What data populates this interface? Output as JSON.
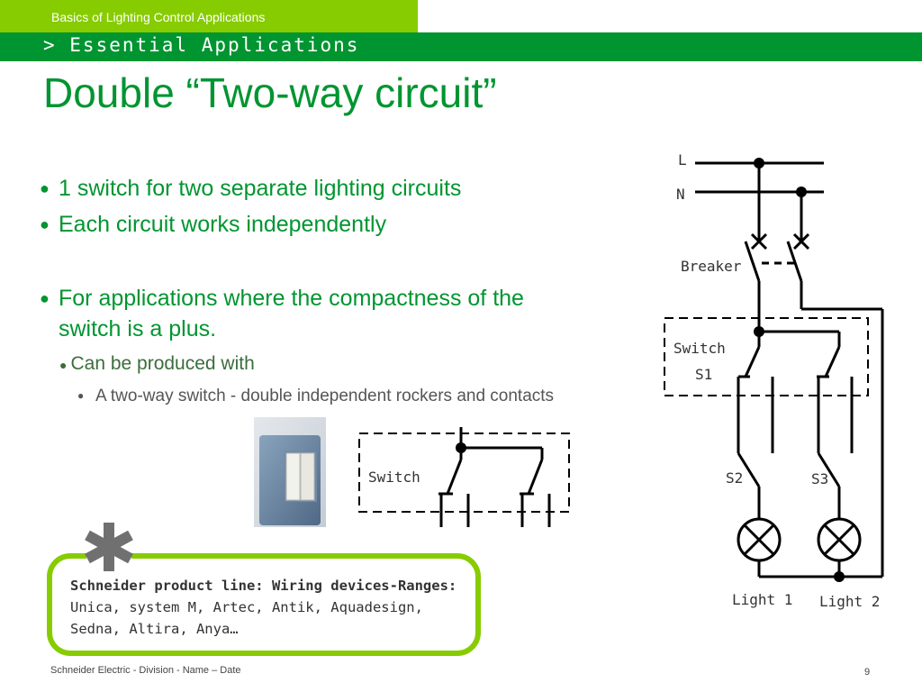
{
  "header": {
    "top_label": "Basics of Lighting Control Applications",
    "section": "> Essential Applications"
  },
  "slide": {
    "title": "Double “Two-way circuit”",
    "bullets": [
      "1 switch for two separate lighting circuits",
      "Each circuit works independently",
      "For applications where the compactness of the switch is a plus."
    ],
    "bullet_marker": "●",
    "sub_bullet": "Can be produced with",
    "sub_sub_bullet": "A two-way switch - double independent rockers and contacts"
  },
  "diagram": {
    "line_label": "L",
    "neutral_label": "N",
    "breaker_label": "Breaker",
    "switch_label": "Switch",
    "s1_label": "S1",
    "s2_label": "S2",
    "s3_label": "S3",
    "light1_label": "Light 1",
    "light2_label": "Light 2",
    "small_switch_label": "Switch"
  },
  "callout": {
    "bold": "Schneider product line: Wiring devices-Ranges:",
    "normal": " Unica, system M, Artec, Antik,  Aquadesign, Sedna, Altira, Anya…"
  },
  "footer": {
    "text": "Schneider Electric - Division - Name – Date",
    "page": "9"
  },
  "colors": {
    "brand_green": "#009530",
    "light_green": "#87cc00"
  }
}
